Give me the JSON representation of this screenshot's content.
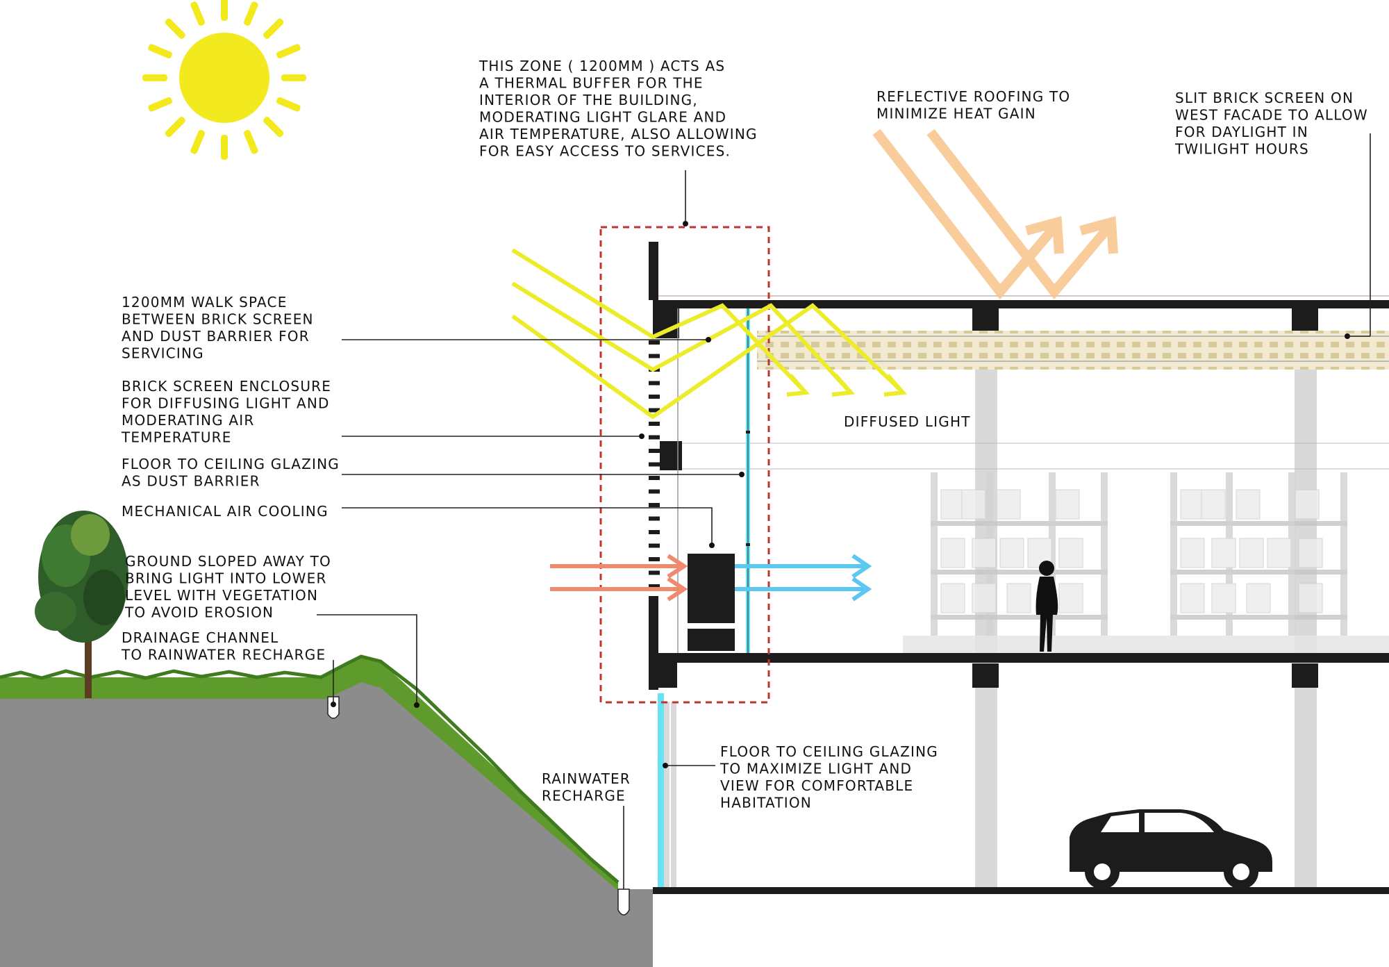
{
  "annotations": {
    "thermal_buffer": [
      "THIS ZONE ( 1200MM ) ACTS AS",
      "A THERMAL BUFFER FOR THE",
      "INTERIOR OF THE BUILDING,",
      "MODERATING LIGHT GLARE AND",
      "AIR TEMPERATURE, ALSO ALLOWING",
      "FOR EASY ACCESS TO SERVICES."
    ],
    "reflective_roofing": [
      "REFLECTIVE ROOFING TO",
      "MINIMIZE HEAT GAIN"
    ],
    "slit_brick_screen": [
      "SLIT BRICK SCREEN ON",
      "WEST FACADE  TO ALLOW",
      "FOR DAYLIGHT IN",
      "TWILIGHT HOURS"
    ],
    "walk_space": [
      "1200MM WALK SPACE",
      "BETWEEN BRICK SCREEN",
      "AND DUST BARRIER FOR",
      "SERVICING"
    ],
    "brick_screen_enclosure": [
      "BRICK SCREEN ENCLOSURE",
      "FOR DIFFUSING LIGHT AND",
      "MODERATING AIR",
      "TEMPERATURE"
    ],
    "glazing_dust_barrier": [
      "FLOOR TO CEILING GLAZING",
      "AS DUST BARRIER"
    ],
    "mechanical_cooling": [
      "MECHANICAL AIR COOLING"
    ],
    "ground_sloped": [
      "GROUND SLOPED AWAY TO",
      "BRING LIGHT INTO LOWER",
      "LEVEL WITH VEGETATION",
      "TO AVOID EROSION"
    ],
    "drainage_channel": [
      "DRAINAGE CHANNEL",
      "TO RAINWATER RECHARGE"
    ],
    "diffused_light": [
      "DIFFUSED LIGHT"
    ],
    "rainwater_recharge": [
      "RAINWATER",
      "RECHARGE"
    ],
    "glazing_maximize": [
      "FLOOR TO CEILING GLAZING",
      "TO MAXIMIZE LIGHT AND",
      "VIEW FOR COMFORTABLE",
      "HABITATION"
    ]
  },
  "colors": {
    "sun": "#f2ea1e",
    "sun_ray": "#ecec2a",
    "reflected_ray": "#f7c38a",
    "hot_air": "#f08a6e",
    "cool_air": "#5cc8f0",
    "glazing": "#66e2f2",
    "ground": "#8c8c8c",
    "grass": "#5f9a2c",
    "tree": "#2f5d2a",
    "structure": "#1c1c1c",
    "column": "#d9d9d9",
    "buffer_outline": "#c0342c",
    "brick_screen": "#e9dcb4",
    "shelving": "#dcdcdc"
  },
  "icons": [
    "sun-icon",
    "tree-icon",
    "person-silhouette",
    "car-silhouette",
    "storage-shelving"
  ]
}
